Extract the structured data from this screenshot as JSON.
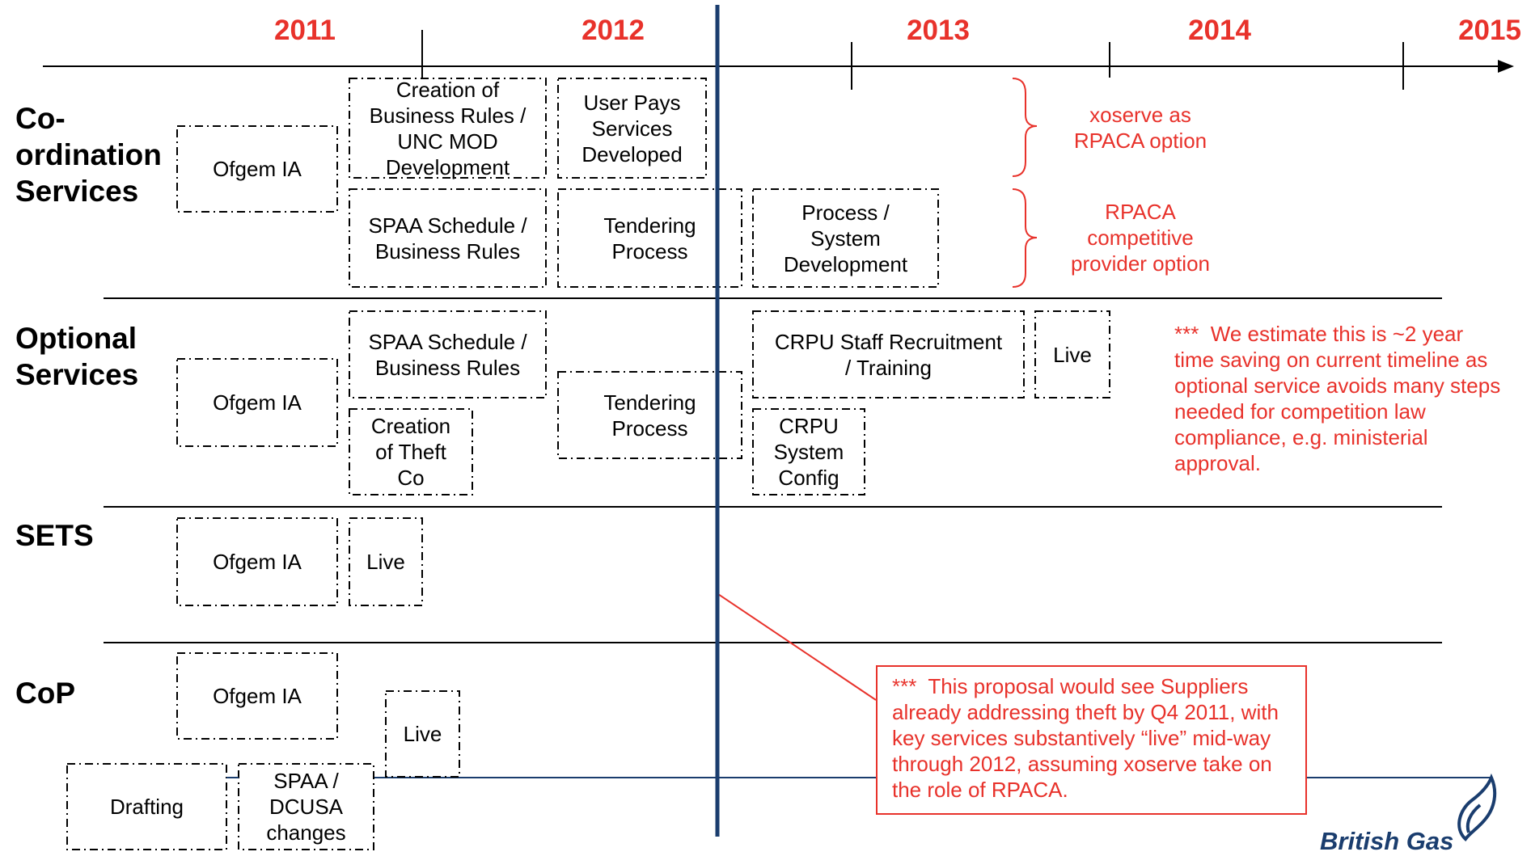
{
  "years": [
    "2011",
    "2012",
    "2013",
    "2014",
    "2015"
  ],
  "rows": {
    "coordination": "Co-\nordination\nServices",
    "optional": "Optional\nServices",
    "sets": "SETS",
    "cop": "CoP"
  },
  "boxes": {
    "coord_ofgem": "Ofgem IA",
    "coord_creation": "Creation of\nBusiness Rules /\nUNC MOD\nDevelopment",
    "coord_userpays": "User Pays\nServices\nDeveloped",
    "coord_spaa": "SPAA Schedule /\nBusiness Rules",
    "coord_tendering": "Tendering\nProcess",
    "coord_process": "Process /\nSystem\nDevelopment",
    "opt_spaa": "SPAA Schedule /\nBusiness Rules",
    "opt_ofgem": "Ofgem IA",
    "opt_creation_theft": "Creation\nof Theft\nCo",
    "opt_tendering": "Tendering\nProcess",
    "opt_crpu_staff": "CRPU Staff Recruitment\n/ Training",
    "opt_live": "Live",
    "opt_crpu_system": "CRPU\nSystem\nConfig",
    "sets_ofgem": "Ofgem IA",
    "sets_live": "Live",
    "cop_ofgem": "Ofgem IA",
    "cop_live": "Live",
    "cop_drafting": "Drafting",
    "cop_spaa_dcusa": "SPAA /\nDCUSA\nchanges"
  },
  "brackets": {
    "xoserve": "xoserve as\nRPACA option",
    "rpaca": "RPACA\ncompetitive\nprovider option"
  },
  "notes": {
    "optional_estimate": "***  We estimate this is ~2 year\ntime saving on current timeline as\noptional service avoids many steps\nneeded for competition law\ncompliance, e.g. ministerial\napproval.",
    "callout": "***  This proposal would see Suppliers\nalready addressing theft by Q4 2011, with\nkey services substantively “live” mid-way\nthrough 2012, assuming xoserve take on\nthe role of RPACA."
  },
  "logo": "British Gas",
  "colors": {
    "accent_red": "#e8322b",
    "navy": "#1a3d6e",
    "text": "#000000"
  }
}
